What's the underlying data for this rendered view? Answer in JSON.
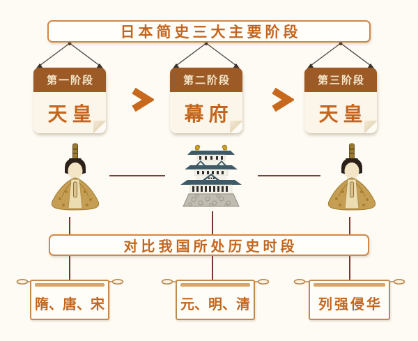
{
  "title_banner": {
    "text": "日本简史三大主要阶段"
  },
  "stages": [
    {
      "header": "第一阶段",
      "body": "天皇",
      "icon": "emperor-doll-icon"
    },
    {
      "header": "第二阶段",
      "body": "幕府",
      "icon": "japanese-castle-icon"
    },
    {
      "header": "第三阶段",
      "body": "天皇",
      "icon": "emperor-doll-icon"
    }
  ],
  "arrows": {
    "glyph": "chevron-right",
    "count": 2
  },
  "comparison_banner": {
    "text": "对比我国所处历史时段"
  },
  "china_periods": [
    {
      "label": "隋、唐、宋"
    },
    {
      "label": "元、明、清"
    },
    {
      "label": "列强侵华"
    }
  ],
  "colors": {
    "accent_orange": "#C2661F",
    "banner_border": "#D08748",
    "card_header_brown": "#9C5A26",
    "card_body_cream": "#FCF5E9",
    "background_cream": "#FDFBF4",
    "connector_maroon": "#7A4038",
    "drop_line_maroon": "#6E382E",
    "string_gray": "#4A4A4A",
    "scroll_tan": "#BD8A52",
    "roof_teal": "#3D5A68",
    "robe_gold": "#C59E54"
  }
}
